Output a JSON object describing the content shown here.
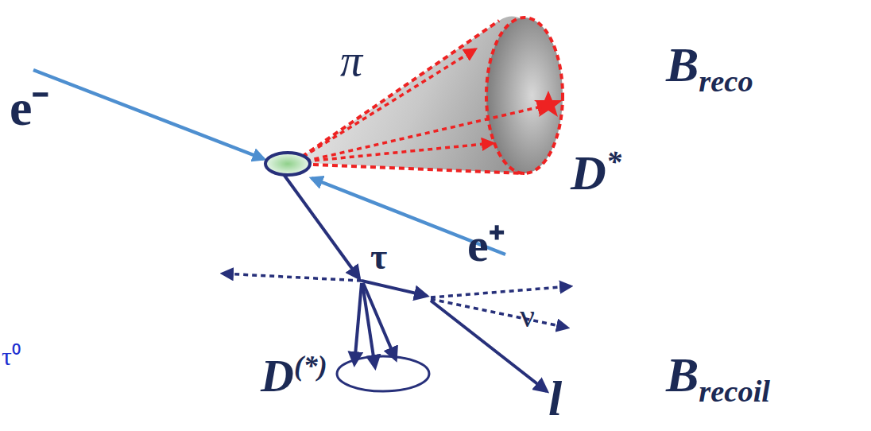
{
  "diagram": {
    "labels": [
      "e⁻",
      "π",
      "Breco",
      "D*",
      "e⁺",
      "τ",
      "ν",
      "τ⁰",
      "D(*)",
      "l",
      "Brecoil"
    ]
  }
}
